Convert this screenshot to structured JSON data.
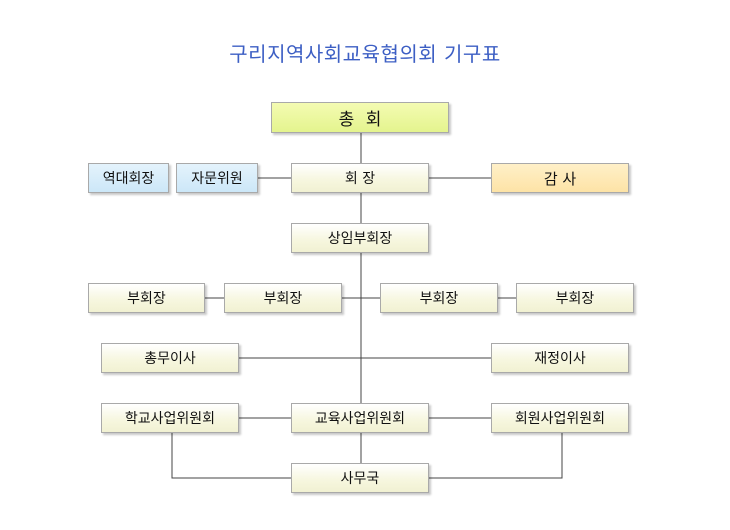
{
  "title": "구리지역사회교육협의회 기구표",
  "nodes": {
    "general_assembly": "총 회",
    "past_presidents": "역대회장",
    "advisors": "자문위원",
    "president": "회 장",
    "auditor": "감 사",
    "standing_vice_president": "상임부회장",
    "vice_president_1": "부회장",
    "vice_president_2": "부회장",
    "vice_president_3": "부회장",
    "vice_president_4": "부회장",
    "general_affairs_director": "총무이사",
    "finance_director": "재정이사",
    "school_committee": "학교사업위원회",
    "education_committee": "교육사업위원회",
    "member_committee": "회원사업위원회",
    "secretariat": "사무국"
  },
  "colors": {
    "title": "#3d5fc4",
    "general_assembly_fill": "#e8f59a",
    "advisory_fill": "#d6ecfa",
    "auditor_fill": "#fde7b0",
    "default_fill": "#f7f7e0",
    "line": "#444444"
  }
}
